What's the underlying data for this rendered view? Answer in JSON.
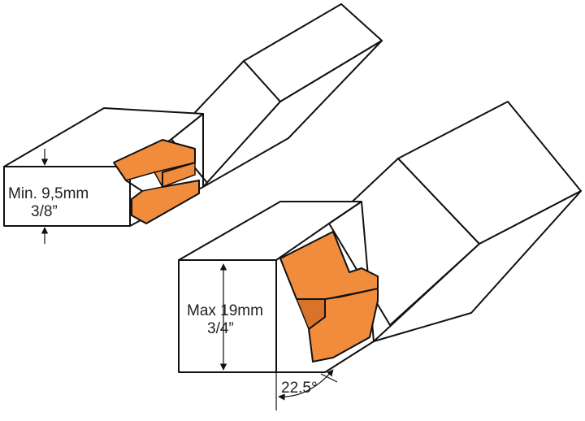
{
  "colors": {
    "cutter_face": "#f08c3c",
    "cutter_light": "#f7a863",
    "cutter_shadow": "#d9732a",
    "outline": "#111111",
    "background": "#ffffff"
  },
  "labels": {
    "small_board": {
      "line1": "Min. 9,5mm",
      "line2": "3/8”"
    },
    "large_board": {
      "line1": "Max 19mm",
      "line2": "3/4”"
    },
    "angle": "22.5°"
  }
}
